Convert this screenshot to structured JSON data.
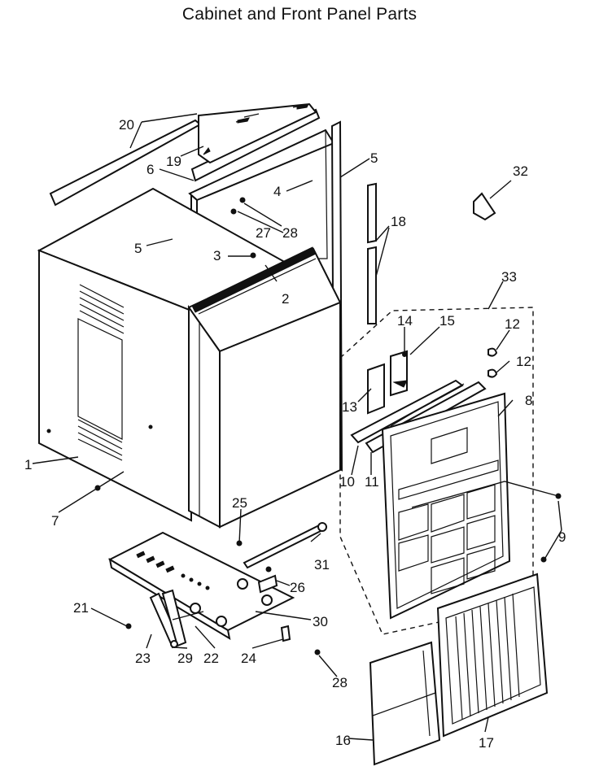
{
  "title": "Cabinet and Front Panel Parts",
  "callouts": [
    "1",
    "2",
    "3",
    "4",
    "5",
    "5",
    "6",
    "7",
    "8",
    "9",
    "9",
    "10",
    "11",
    "12",
    "12",
    "13",
    "14",
    "15",
    "16",
    "17",
    "18",
    "19",
    "20",
    "21",
    "22",
    "23",
    "24",
    "25",
    "26",
    "27",
    "28",
    "28",
    "29",
    "30",
    "31",
    "32",
    "33"
  ]
}
